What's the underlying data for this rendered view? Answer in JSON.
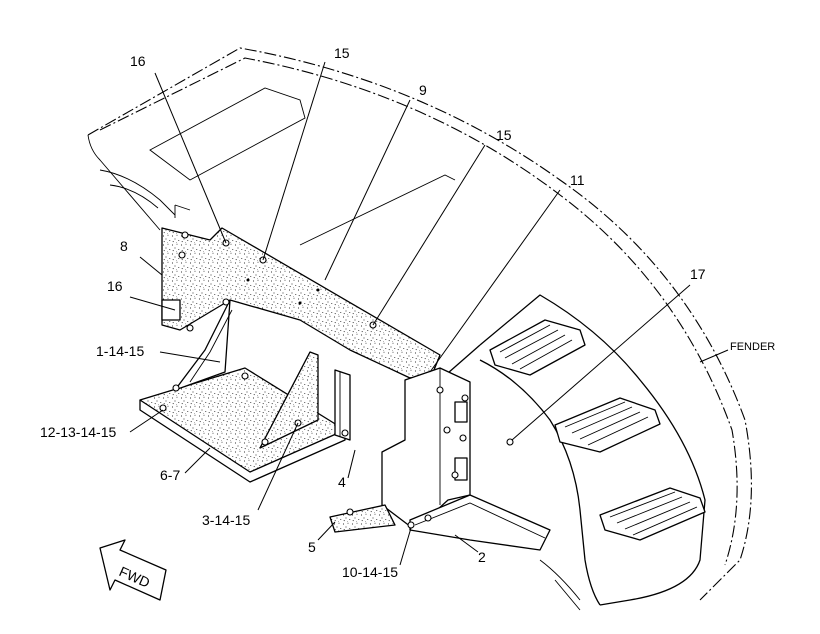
{
  "diagram": {
    "callouts": [
      {
        "id": "c16a",
        "text": "16"
      },
      {
        "id": "c15a",
        "text": "15"
      },
      {
        "id": "c9",
        "text": "9"
      },
      {
        "id": "c15b",
        "text": "15"
      },
      {
        "id": "c11",
        "text": "11"
      },
      {
        "id": "c8",
        "text": "8"
      },
      {
        "id": "c16b",
        "text": "16"
      },
      {
        "id": "c17",
        "text": "17"
      },
      {
        "id": "c1",
        "text": "1-14-15"
      },
      {
        "id": "c12",
        "text": "12-13-14-15"
      },
      {
        "id": "c67",
        "text": "6-7"
      },
      {
        "id": "c3",
        "text": "3-14-15"
      },
      {
        "id": "c4",
        "text": "4"
      },
      {
        "id": "c5",
        "text": "5"
      },
      {
        "id": "c10",
        "text": "10-14-15"
      },
      {
        "id": "c2",
        "text": "2"
      }
    ],
    "fender_label": "FENDER",
    "fwd_label": "FWD"
  }
}
